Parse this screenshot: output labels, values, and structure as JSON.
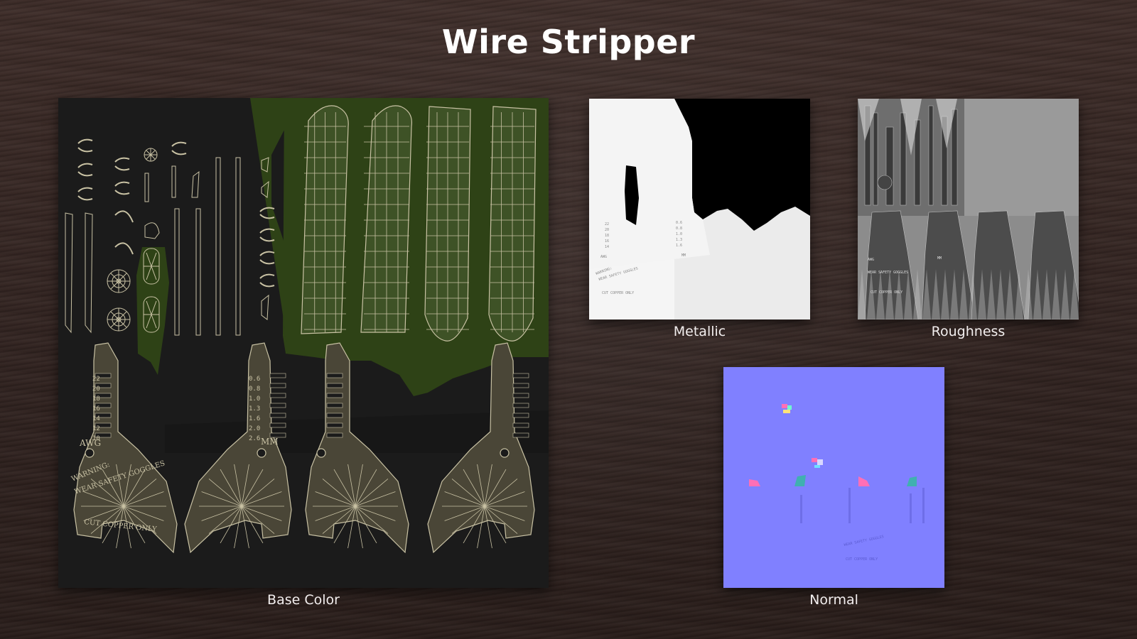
{
  "title": "Wire Stripper",
  "maps": {
    "base_color": {
      "label": "Base Color",
      "text": {
        "awg": "AWG",
        "mm": "MM",
        "warning": "WARNING:",
        "goggles": "WEAR SAFETY GOGGLES",
        "copper": "CUT COPPER ONLY",
        "awg_numbers": [
          "22",
          "20",
          "18",
          "16",
          "14",
          "12",
          "10"
        ],
        "mm_numbers": [
          "0.6",
          "0.8",
          "1.0",
          "1.3",
          "1.6",
          "2.0",
          "2.6"
        ]
      }
    },
    "metallic": {
      "label": "Metallic"
    },
    "roughness": {
      "label": "Roughness"
    },
    "normal": {
      "label": "Normal"
    }
  },
  "colors": {
    "base_background": "#1b1b1b",
    "base_green": "#2e4216",
    "wire_line": "#c9c2a4",
    "metallic_white": "#ebebeb",
    "normal_blue": "#8080ff"
  }
}
